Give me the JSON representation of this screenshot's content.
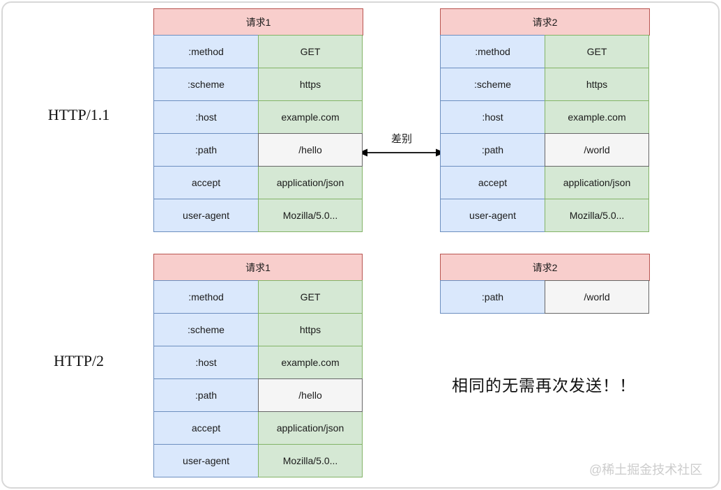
{
  "colors": {
    "header_fill": "#f8cecc",
    "header_stroke": "#b85450",
    "key_fill": "#dae8fc",
    "key_stroke": "#6c8ebf",
    "value_fill": "#d5e8d4",
    "value_stroke": "#82b366",
    "highlight_fill": "#f5f5f5",
    "highlight_stroke": "#666666",
    "arrow": "#000000",
    "frame": "#d8d8d8",
    "watermark": "#cccccc"
  },
  "http11": {
    "label": "HTTP/1.1",
    "diff_label": "差别",
    "request1": {
      "title": "请求1",
      "rows": [
        {
          "key": ":method",
          "value": "GET"
        },
        {
          "key": ":scheme",
          "value": "https"
        },
        {
          "key": ":host",
          "value": "example.com"
        },
        {
          "key": ":path",
          "value": "/hello",
          "highlight": true
        },
        {
          "key": "accept",
          "value": "application/json"
        },
        {
          "key": "user-agent",
          "value": "Mozilla/5.0..."
        }
      ]
    },
    "request2": {
      "title": "请求2",
      "rows": [
        {
          "key": ":method",
          "value": "GET"
        },
        {
          "key": ":scheme",
          "value": "https"
        },
        {
          "key": ":host",
          "value": "example.com"
        },
        {
          "key": ":path",
          "value": "/world",
          "highlight": true
        },
        {
          "key": "accept",
          "value": "application/json"
        },
        {
          "key": "user-agent",
          "value": "Mozilla/5.0..."
        }
      ]
    }
  },
  "http2": {
    "label": "HTTP/2",
    "note": "相同的无需再次发送！！",
    "request1": {
      "title": "请求1",
      "rows": [
        {
          "key": ":method",
          "value": "GET"
        },
        {
          "key": ":scheme",
          "value": "https"
        },
        {
          "key": ":host",
          "value": "example.com"
        },
        {
          "key": ":path",
          "value": "/hello",
          "highlight": true
        },
        {
          "key": "accept",
          "value": "application/json"
        },
        {
          "key": "user-agent",
          "value": "Mozilla/5.0..."
        }
      ]
    },
    "request2": {
      "title": "请求2",
      "rows": [
        {
          "key": ":path",
          "value": "/world",
          "highlight": true
        }
      ]
    }
  },
  "watermark": "@稀土掘金技术社区"
}
